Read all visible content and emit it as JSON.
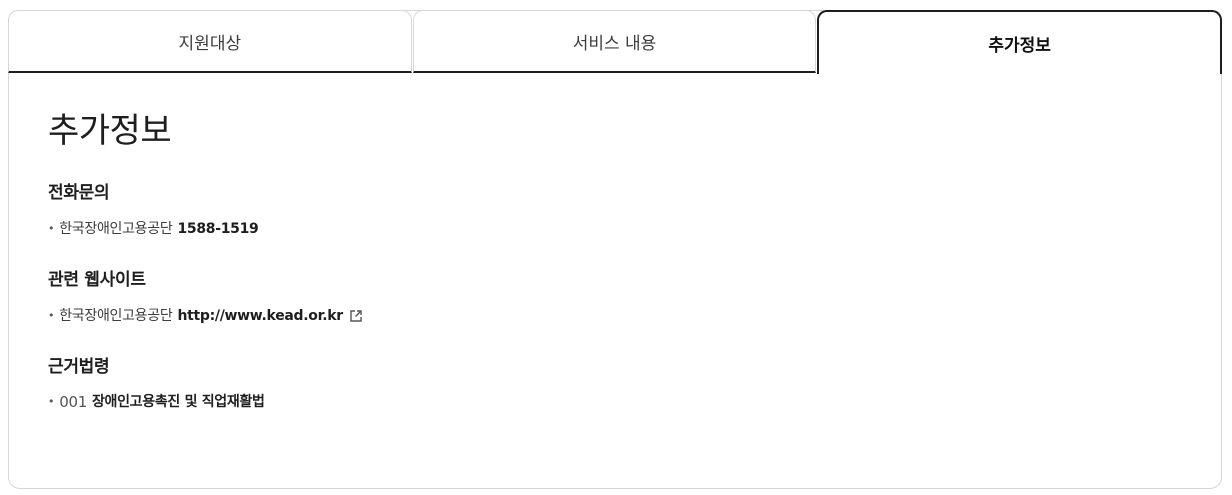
{
  "tabs": [
    {
      "label": "지원대상"
    },
    {
      "label": "서비스 내용"
    },
    {
      "label": "추가정보"
    }
  ],
  "main": {
    "title": "추가정보",
    "sections": [
      {
        "heading": "전화문의",
        "org": "한국장애인고용공단",
        "value": "1588-1519"
      },
      {
        "heading": "관련 웹사이트",
        "org": "한국장애인고용공단",
        "value": "http://www.kead.or.kr",
        "icon": "external-link-icon"
      },
      {
        "heading": "근거법령",
        "code": "001",
        "value": "장애인고용촉진 및 직업재활법"
      }
    ],
    "bullet": "•"
  }
}
